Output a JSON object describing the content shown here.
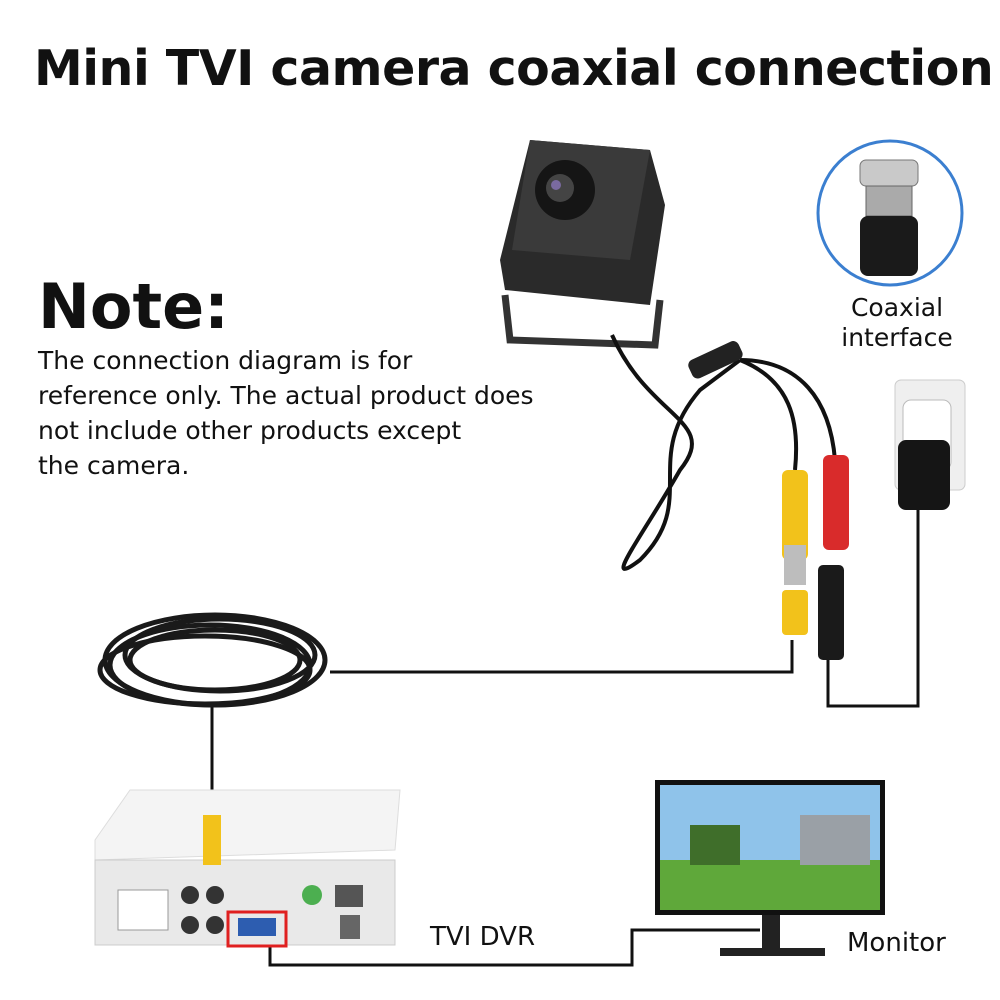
{
  "title": "Mini TVI camera coaxial connection",
  "note": {
    "heading": "Note:",
    "lines": [
      "The connection diagram is for",
      "reference only. The actual product does",
      "not include other products except",
      "the camera."
    ]
  },
  "labels": {
    "coaxial_line1": "Coaxial",
    "coaxial_line2": "interface",
    "dvr": "TVI DVR",
    "monitor": "Monitor"
  },
  "colors": {
    "bnc_yellow": "#f2c21b",
    "dc_red": "#d92b2b",
    "vga_highlight": "#e02020",
    "coax_circle": "#3b7fd0"
  }
}
